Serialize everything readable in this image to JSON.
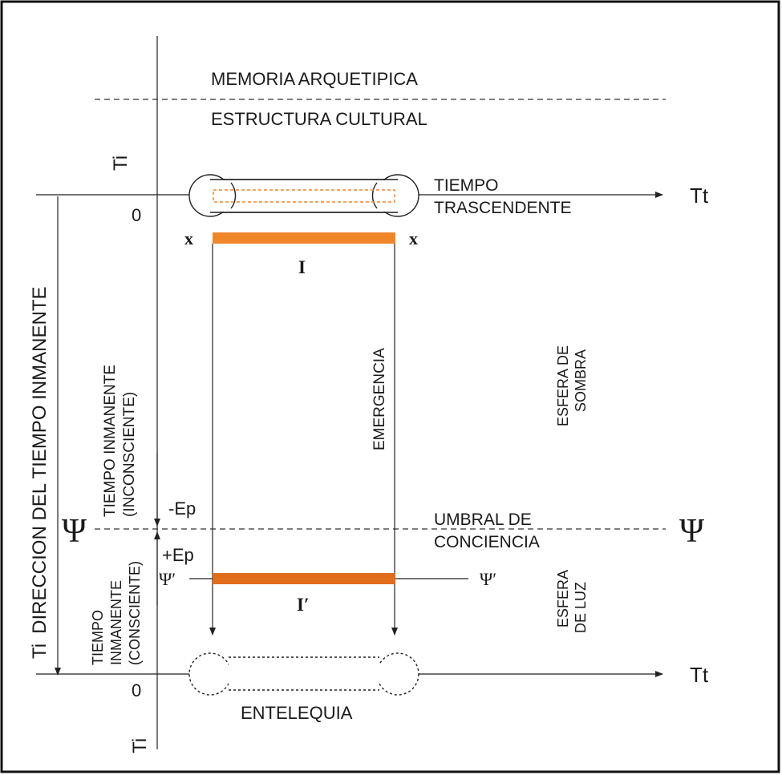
{
  "labels": {
    "memoria": "MEMORIA ARQUETIPICA",
    "estructura": "ESTRUCTURA CULTURAL",
    "ti_top": "Ti",
    "zero_top": "0",
    "tt_top": "Tt",
    "tiempo_trascendente_1": "TIEMPO",
    "tiempo_trascendente_2": "TRASCENDENTE",
    "x_left": "x",
    "x_right": "x",
    "i_label": "I",
    "direccion": "DIRECCION DEL TIEMPO INMANENTE",
    "ti_left": "Ti",
    "inconsciente_1": "TIEMPO INMANENTE",
    "inconsciente_2": "(INCONSCIENTE)",
    "emergencia": "EMERGENCIA",
    "esfera_sombra_1": "ESFERA DE",
    "esfera_sombra_2": "SOMBRA",
    "minus_ep": "-Ep",
    "plus_ep": "+Ep",
    "psi_left": "Ψ",
    "psi_right": "Ψ",
    "umbral_1": "UMBRAL DE",
    "umbral_2": "CONCIENCIA",
    "psi_prime_left": "Ψ′",
    "psi_prime_right": "Ψ′",
    "i_prime": "I′",
    "consciente_1": "TIEMPO",
    "consciente_2": "INMANENTE",
    "consciente_3": "(CONSCIENTE)",
    "esfera_luz_1": "ESFERA",
    "esfera_luz_2": "DE LUZ",
    "zero_bottom": "0",
    "tt_bottom": "Tt",
    "entelequia": "ENTELEQUIA",
    "ti_bottom": "Ti"
  },
  "colors": {
    "orange": "#f0862a",
    "orange_dark": "#e06d1c",
    "line": "#222222"
  }
}
